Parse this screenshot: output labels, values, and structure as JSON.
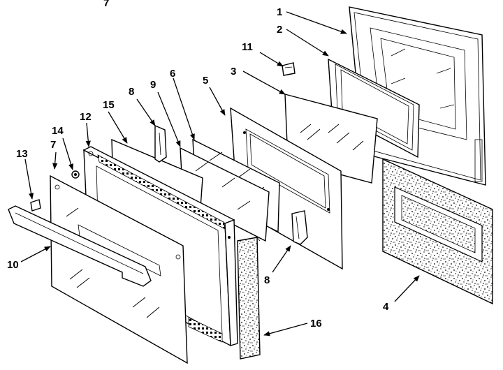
{
  "callouts": {
    "c1": "1",
    "c2": "2",
    "c3": "3",
    "c4": "4",
    "c5": "5",
    "c6": "6",
    "c7": "7",
    "c7top": "7",
    "c8a": "8",
    "c8b": "8",
    "c9": "9",
    "c10": "10",
    "c11": "11",
    "c12": "12",
    "c13": "13",
    "c14": "14",
    "c15": "15",
    "c16": "16"
  }
}
